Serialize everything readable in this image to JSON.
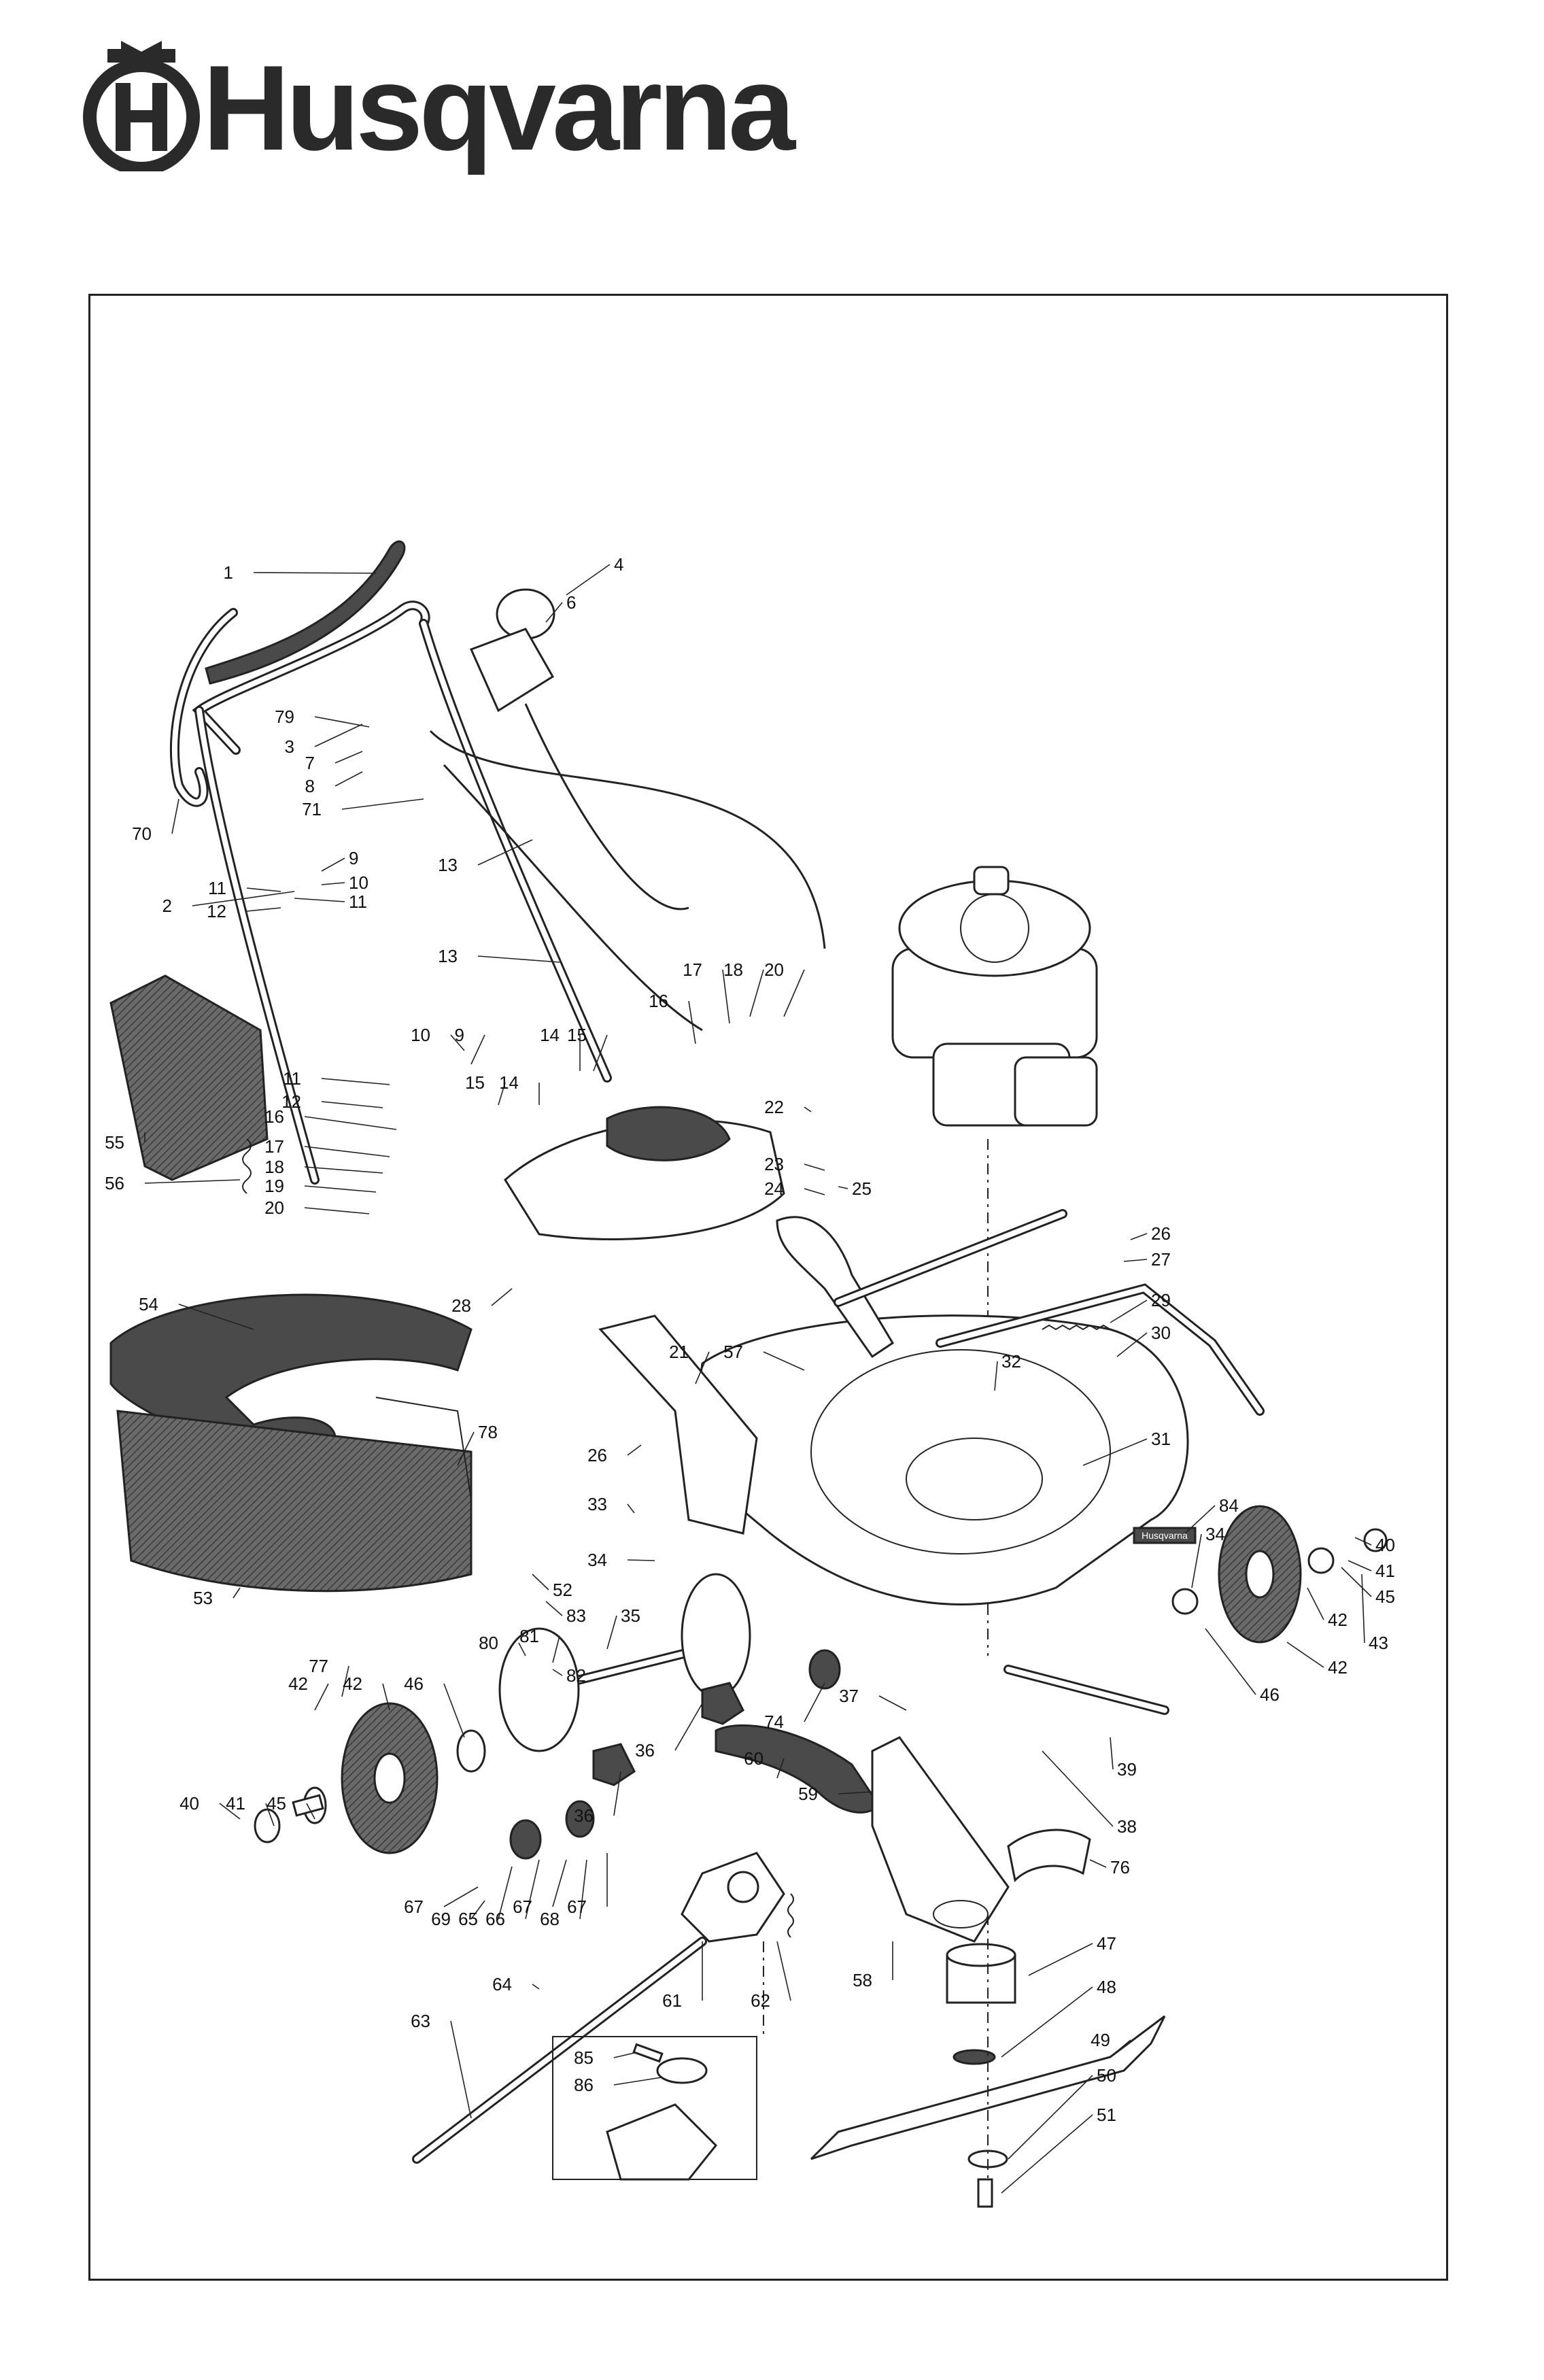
{
  "brand": {
    "name": "Husqvarna",
    "color": "#2a2a2a",
    "logo_icon": "husqvarna-crown-h-icon"
  },
  "diagram": {
    "kind": "exploded parts view",
    "parts": [
      {
        "id": "p1",
        "label": "1"
      },
      {
        "id": "p2",
        "label": "2"
      },
      {
        "id": "p3",
        "label": "3"
      },
      {
        "id": "p4",
        "label": "4"
      },
      {
        "id": "p6",
        "label": "6"
      },
      {
        "id": "p7",
        "label": "7"
      },
      {
        "id": "p8",
        "label": "8"
      },
      {
        "id": "p9a",
        "label": "9"
      },
      {
        "id": "p10a",
        "label": "10"
      },
      {
        "id": "p11a",
        "label": "11"
      },
      {
        "id": "p11b",
        "label": "11"
      },
      {
        "id": "p12a",
        "label": "12"
      },
      {
        "id": "p13a",
        "label": "13"
      },
      {
        "id": "p13b",
        "label": "13"
      },
      {
        "id": "p70",
        "label": "70"
      },
      {
        "id": "p71",
        "label": "71"
      },
      {
        "id": "p79",
        "label": "79"
      },
      {
        "id": "p10b",
        "label": "10"
      },
      {
        "id": "p9b",
        "label": "9"
      },
      {
        "id": "p11c",
        "label": "11"
      },
      {
        "id": "p12b",
        "label": "12"
      },
      {
        "id": "p14a",
        "label": "14"
      },
      {
        "id": "p15a",
        "label": "15"
      },
      {
        "id": "p15b",
        "label": "15"
      },
      {
        "id": "p14b",
        "label": "14"
      },
      {
        "id": "p16a",
        "label": "16"
      },
      {
        "id": "p17a",
        "label": "17"
      },
      {
        "id": "p18a",
        "label": "18"
      },
      {
        "id": "p19",
        "label": "19"
      },
      {
        "id": "p20a",
        "label": "20"
      },
      {
        "id": "p16b",
        "label": "16"
      },
      {
        "id": "p17b",
        "label": "17"
      },
      {
        "id": "p18b",
        "label": "18"
      },
      {
        "id": "p20b",
        "label": "20"
      },
      {
        "id": "p22",
        "label": "22"
      },
      {
        "id": "p23",
        "label": "23"
      },
      {
        "id": "p24",
        "label": "24"
      },
      {
        "id": "p25",
        "label": "25"
      },
      {
        "id": "p26a",
        "label": "26"
      },
      {
        "id": "p27",
        "label": "27"
      },
      {
        "id": "p28",
        "label": "28"
      },
      {
        "id": "p29",
        "label": "29"
      },
      {
        "id": "p30",
        "label": "30"
      },
      {
        "id": "p21",
        "label": "21"
      },
      {
        "id": "p57",
        "label": "57"
      },
      {
        "id": "p32",
        "label": "32"
      },
      {
        "id": "p31",
        "label": "31"
      },
      {
        "id": "p26b",
        "label": "26"
      },
      {
        "id": "p33",
        "label": "33"
      },
      {
        "id": "p84",
        "label": "84"
      },
      {
        "id": "p34a",
        "label": "34"
      },
      {
        "id": "p34b",
        "label": "34"
      },
      {
        "id": "p40a",
        "label": "40"
      },
      {
        "id": "p41a",
        "label": "41"
      },
      {
        "id": "p45a",
        "label": "45"
      },
      {
        "id": "p42a",
        "label": "42"
      },
      {
        "id": "p43",
        "label": "43"
      },
      {
        "id": "p42b",
        "label": "42"
      },
      {
        "id": "p46a",
        "label": "46"
      },
      {
        "id": "p54",
        "label": "54"
      },
      {
        "id": "p55",
        "label": "55"
      },
      {
        "id": "p56",
        "label": "56"
      },
      {
        "id": "p78",
        "label": "78"
      },
      {
        "id": "p53",
        "label": "53"
      },
      {
        "id": "p52",
        "label": "52"
      },
      {
        "id": "p83",
        "label": "83"
      },
      {
        "id": "p80",
        "label": "80"
      },
      {
        "id": "p81",
        "label": "81"
      },
      {
        "id": "p82",
        "label": "82"
      },
      {
        "id": "p35",
        "label": "35"
      },
      {
        "id": "p77",
        "label": "77"
      },
      {
        "id": "p42c",
        "label": "42"
      },
      {
        "id": "p42d",
        "label": "42"
      },
      {
        "id": "p46b",
        "label": "46"
      },
      {
        "id": "p36a",
        "label": "36"
      },
      {
        "id": "p36b",
        "label": "36"
      },
      {
        "id": "p74",
        "label": "74"
      },
      {
        "id": "p37",
        "label": "37"
      },
      {
        "id": "p39",
        "label": "39"
      },
      {
        "id": "p38",
        "label": "38"
      },
      {
        "id": "p60",
        "label": "60"
      },
      {
        "id": "p59",
        "label": "59"
      },
      {
        "id": "p40b",
        "label": "40"
      },
      {
        "id": "p41b",
        "label": "41"
      },
      {
        "id": "p45b",
        "label": "45"
      },
      {
        "id": "p67a",
        "label": "67"
      },
      {
        "id": "p69",
        "label": "69"
      },
      {
        "id": "p65",
        "label": "65"
      },
      {
        "id": "p66",
        "label": "66"
      },
      {
        "id": "p67b",
        "label": "67"
      },
      {
        "id": "p68",
        "label": "68"
      },
      {
        "id": "p67c",
        "label": "67"
      },
      {
        "id": "p76",
        "label": "76"
      },
      {
        "id": "p58",
        "label": "58"
      },
      {
        "id": "p47",
        "label": "47"
      },
      {
        "id": "p48",
        "label": "48"
      },
      {
        "id": "p49",
        "label": "49"
      },
      {
        "id": "p50",
        "label": "50"
      },
      {
        "id": "p51",
        "label": "51"
      },
      {
        "id": "p64",
        "label": "64"
      },
      {
        "id": "p63",
        "label": "63"
      },
      {
        "id": "p61",
        "label": "61"
      },
      {
        "id": "p62",
        "label": "62"
      },
      {
        "id": "p85",
        "label": "85"
      },
      {
        "id": "p86",
        "label": "86"
      }
    ],
    "decal_text": "Husqvarna"
  }
}
